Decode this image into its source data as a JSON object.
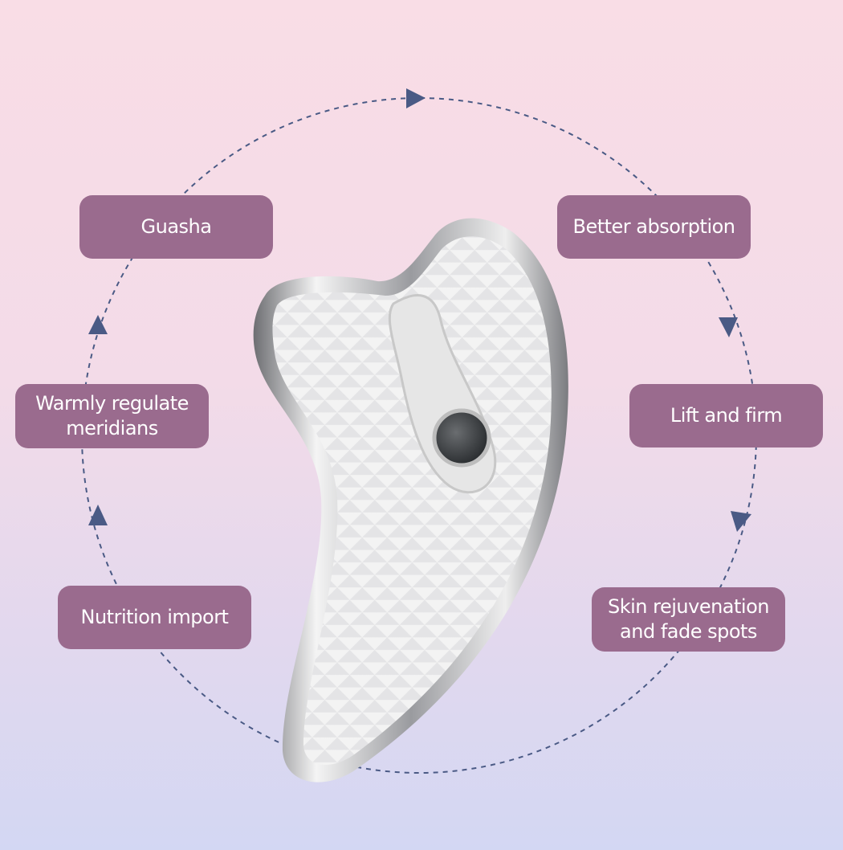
{
  "cycle_steps": [
    {
      "id": "guasha",
      "lines": [
        "Guasha"
      ]
    },
    {
      "id": "better-absorption",
      "lines": [
        "Better absorption"
      ]
    },
    {
      "id": "lift-and-firm",
      "lines": [
        "Lift and firm"
      ]
    },
    {
      "id": "skin-rejuvenation",
      "lines": [
        "Skin rejuvenation",
        "and fade spots"
      ]
    },
    {
      "id": "nutrition-import",
      "lines": [
        "Nutrition import"
      ]
    },
    {
      "id": "warmly-regulate",
      "lines": [
        "Warmly regulate",
        "meridians"
      ]
    }
  ],
  "colors": {
    "label_bg": "#9a6b8e",
    "arrow": "#4a5a85",
    "bg_top": "#f9dde6",
    "bg_bottom": "#d3d7f3"
  }
}
